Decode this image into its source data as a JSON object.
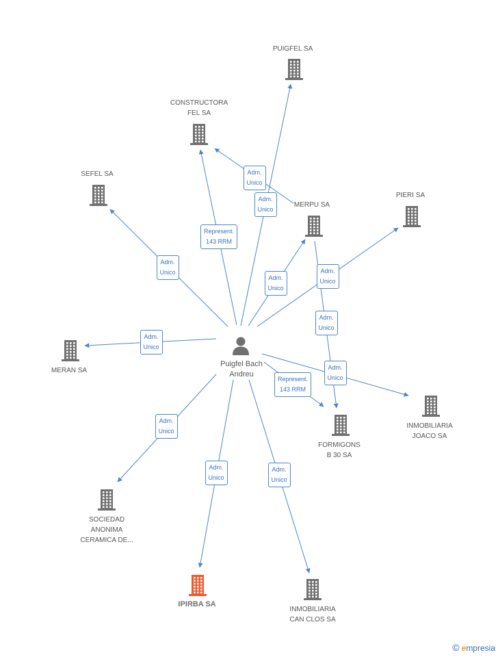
{
  "diagram": {
    "center": {
      "label": "Puigfel Bach\nAndreu",
      "icon": "person-icon"
    },
    "colors": {
      "edge": "#4a86c8",
      "building": "#707070",
      "highlight": "#f0582d"
    },
    "nodes": [
      {
        "id": "puigfel",
        "label": "PUIGFEL SA",
        "icon": "building-icon"
      },
      {
        "id": "constructora",
        "label": "CONSTRUCTORA\nFEL SA",
        "icon": "building-icon"
      },
      {
        "id": "sefel",
        "label": "SEFEL SA",
        "icon": "building-icon"
      },
      {
        "id": "merpu",
        "label": "MERPU SA",
        "icon": "building-icon"
      },
      {
        "id": "pieri",
        "label": "PIERI SA",
        "icon": "building-icon"
      },
      {
        "id": "meran",
        "label": "MERAN SA",
        "icon": "building-icon"
      },
      {
        "id": "formigons",
        "label": "FORMIGONS\nB 30 SA",
        "icon": "building-icon"
      },
      {
        "id": "joaco",
        "label": "INMOBILIARIA\nJOACO SA",
        "icon": "building-icon"
      },
      {
        "id": "sociedad",
        "label": "SOCIEDAD\nANONIMA\nCERAMICA DE...",
        "icon": "building-icon"
      },
      {
        "id": "ipirba",
        "label": "IPIRBA SA",
        "icon": "building-icon",
        "highlight": true
      },
      {
        "id": "canclos",
        "label": "INMOBILIARIA\nCAN CLOS SA",
        "icon": "building-icon"
      }
    ],
    "edges": [
      {
        "from": "center",
        "to": "sefel",
        "label": "Adm.\nUnico"
      },
      {
        "from": "center",
        "to": "constructora",
        "label": "Represent.\n143 RRM"
      },
      {
        "from": "merpu",
        "to": "constructora",
        "label": "Adm.\nUnico"
      },
      {
        "from": "center",
        "to": "puigfel",
        "label": "Adm.\nUnico"
      },
      {
        "from": "center",
        "to": "merpu",
        "label": "Adm.\nUnico"
      },
      {
        "from": "center",
        "to": "pieri",
        "label": "Adm.\nUnico"
      },
      {
        "from": "merpu",
        "to": "formigons",
        "label": "Adm.\nUnico"
      },
      {
        "from": "center",
        "to": "meran",
        "label": "Adm.\nUnico"
      },
      {
        "from": "center",
        "to": "joaco",
        "label": "Adm.\nUnico"
      },
      {
        "from": "center",
        "to": "formigons",
        "label": "Represent.\n143 RRM"
      },
      {
        "from": "center",
        "to": "sociedad",
        "label": "Adm.\nUnico"
      },
      {
        "from": "center",
        "to": "ipirba",
        "label": "Adm.\nUnico"
      },
      {
        "from": "center",
        "to": "canclos",
        "label": "Adm.\nUnico"
      }
    ]
  },
  "footer": {
    "copyright": "©",
    "brand_first": "e",
    "brand_rest": "mpresia"
  }
}
